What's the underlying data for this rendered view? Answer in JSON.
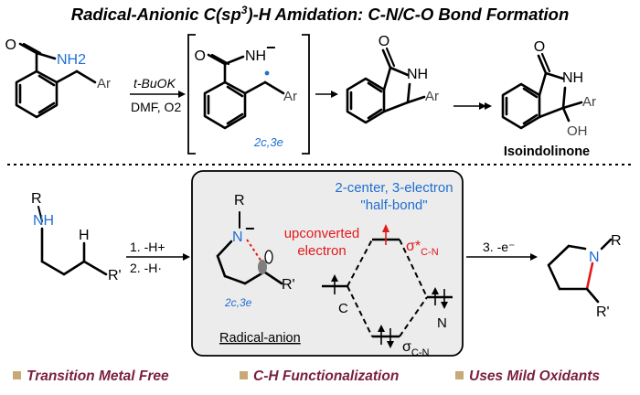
{
  "title": "Radical-Anionic C(sp3)-H Amidation: C-N/C-O Bond Formation",
  "title_parts": {
    "pre": "Radical-Anionic C(sp",
    "sup": "3",
    "post": ")-H Amidation: C-N/C-O Bond Formation"
  },
  "top_scheme": {
    "substrate_nh2": "NH2",
    "substrate_ar": "Ar",
    "reagent_1": "t-BuOK",
    "reagent_2": "DMF, O2",
    "intermediate_nh": "NH",
    "intermediate_charge": "−",
    "intermediate_ar": "Ar",
    "intermediate_label": "2c,3e",
    "product1_nh": "NH",
    "product1_ar": "Ar",
    "product2_nh": "NH",
    "product2_ar": "Ar",
    "product2_oh": "OH",
    "product2_label": "Isoindolinone"
  },
  "bottom_scheme": {
    "sub_r": "R",
    "sub_nh": "NH",
    "sub_h": "H",
    "sub_rprime": "R'",
    "step1": "1. -H+",
    "step2": "2. -H·",
    "step3": "3. -e⁻",
    "box": {
      "anion_r": "R",
      "anion_n": "N",
      "anion_charge": "−",
      "anion_rprime": "R'",
      "anion_label": "2c,3e",
      "anion_caption": "Radical-anion",
      "half_bond_1": "2-center, 3-electron",
      "half_bond_2": "\"half-bond\"",
      "unconverted_1": "upconverted",
      "unconverted_2": "electron",
      "sigma_star": "σ*",
      "sigma_star_sub": "C-N",
      "sigma": "σ",
      "sigma_sub": "C-N",
      "label_c": "C",
      "label_n": "N"
    },
    "prod_n": "N",
    "prod_r": "R",
    "prod_rprime": "R'"
  },
  "features": [
    "Transition Metal Free",
    "C-H Functionalization",
    "Uses Mild Oxidants"
  ],
  "colors": {
    "blue": "#1f6fd1",
    "red": "#e3191b",
    "maroon": "#7a1f3d",
    "bullet": "#c9a877",
    "box_fill": "#ececec"
  }
}
